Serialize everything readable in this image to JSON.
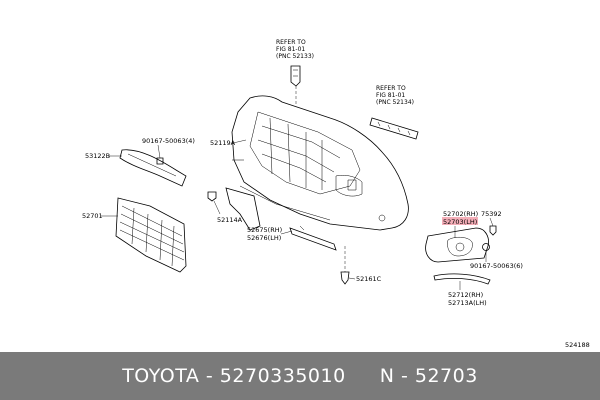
{
  "labels": {
    "ref_top": [
      "REFER TO",
      "FIG 81-01",
      "(PNC 52133)"
    ],
    "ref_right": [
      "REFER TO",
      "FIG 81-01",
      "(PNC 52134)"
    ],
    "p90167_top": "90167-50063(4)",
    "p53122b": "53122B",
    "p52119a": "52119A",
    "p52701": "52701",
    "p52114a": "52114A",
    "p52675": "52675(RH)",
    "p52676": "52676(LH)",
    "p52161c": "52161C",
    "p52702": "52702(RH)",
    "p52703": "52703(LH)",
    "p75392": "75392",
    "p90167_bottom": "90167-50063(6)",
    "p52712": "52712(RH)",
    "p52713a": "52713A(LH)",
    "fig_id": "524188"
  },
  "footer": {
    "brand_part": "TOYOTA - 5270335010",
    "pnc": "N - 52703"
  },
  "colors": {
    "highlight": "#f4aeb8",
    "footer_bg": "#7a7a7a"
  }
}
